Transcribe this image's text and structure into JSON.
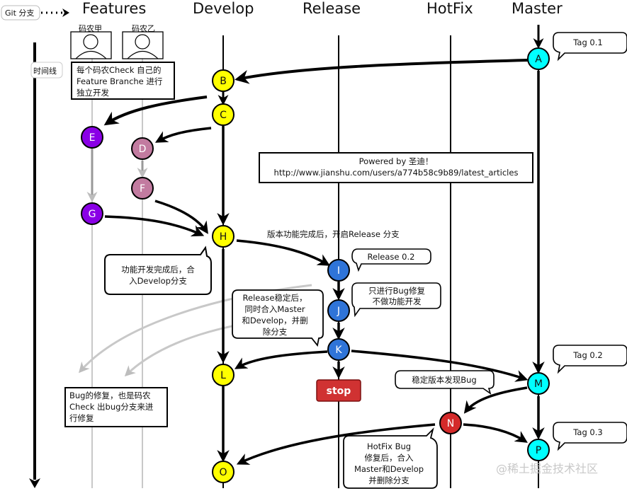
{
  "header": {
    "git_branch_label": "Git 分支",
    "lanes": [
      "Features",
      "Develop",
      "Release",
      "HotFix",
      "Master"
    ]
  },
  "timeline_label": "时间线",
  "developers": [
    "码农甲",
    "码农乙"
  ],
  "notes": {
    "feature_check": [
      "每个码农Check 自己的",
      "Feature Branche 进行",
      "独立开发"
    ],
    "powered_by": [
      "Powered by 圣迪！",
      "http://www.jianshu.com/users/a774b58c9b89/latest_articles"
    ],
    "start_release": "版本功能完成后，开启Release 分支",
    "merge_develop": [
      "功能开发完成后，合",
      "入Develop分支"
    ],
    "release_tag": "Release 0.2",
    "bugfix_only": [
      "只进行Bug修复",
      "不做功能开发"
    ],
    "release_stable": [
      "Release稳定后，",
      "同时合入Master",
      "和Develop，并删",
      "除分支"
    ],
    "bug_fix_feature": [
      "Bug的修复，也是码农",
      "Check 出bug分支来进",
      "行修复"
    ],
    "stable_bug": "稳定版本发现Bug",
    "hotfix_merge": [
      "HotFix Bug",
      "修复后，合入",
      "Master和Develop",
      "并删除分支"
    ],
    "tag_01": "Tag 0.1",
    "tag_02": "Tag 0.2",
    "tag_03": "Tag 0.3"
  },
  "stop_label": "stop",
  "watermark": "@稀土掘金技术社区",
  "colors": {
    "develop": "#ffff00",
    "master": "#00ffff",
    "release": "#2f74d8",
    "hotfix": "#d42a2a",
    "feature_a": "#8a00e6",
    "feature_b": "#c27ba0",
    "stop": "#d03232"
  },
  "nodes": [
    {
      "id": "A",
      "lane": "Master",
      "color": "master"
    },
    {
      "id": "B",
      "lane": "Develop",
      "color": "develop"
    },
    {
      "id": "C",
      "lane": "Develop",
      "color": "develop"
    },
    {
      "id": "D",
      "lane": "Features-2",
      "color": "feature_b"
    },
    {
      "id": "E",
      "lane": "Features-1",
      "color": "feature_a"
    },
    {
      "id": "F",
      "lane": "Features-2",
      "color": "feature_b"
    },
    {
      "id": "G",
      "lane": "Features-1",
      "color": "feature_a"
    },
    {
      "id": "H",
      "lane": "Develop",
      "color": "develop"
    },
    {
      "id": "I",
      "lane": "Release",
      "color": "release"
    },
    {
      "id": "J",
      "lane": "Release",
      "color": "release"
    },
    {
      "id": "K",
      "lane": "Release",
      "color": "release"
    },
    {
      "id": "L",
      "lane": "Develop",
      "color": "develop"
    },
    {
      "id": "M",
      "lane": "Master",
      "color": "master"
    },
    {
      "id": "N",
      "lane": "HotFix",
      "color": "hotfix"
    },
    {
      "id": "O",
      "lane": "Develop",
      "color": "develop"
    },
    {
      "id": "P",
      "lane": "Master",
      "color": "master"
    }
  ]
}
